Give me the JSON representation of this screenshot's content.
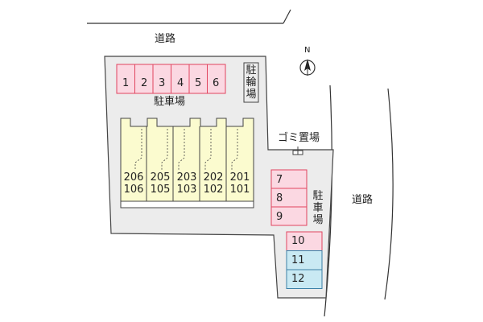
{
  "labels": {
    "road_top": "道路",
    "road_right": "道路",
    "parking_main": "駐車場",
    "parking_right": "駐車場",
    "bicycle_parking": "駐輪場",
    "garbage": "ゴミ置場",
    "north": "N"
  },
  "parking_top": [
    "1",
    "2",
    "3",
    "4",
    "5",
    "6"
  ],
  "parking_right_pink": [
    "7",
    "8",
    "9"
  ],
  "parking_lower": [
    {
      "label": "10",
      "color": "#fbd8e2"
    },
    {
      "label": "11",
      "color": "#c9e9f3"
    },
    {
      "label": "12",
      "color": "#c9e9f3"
    }
  ],
  "units": [
    {
      "upper": "206",
      "lower": "106"
    },
    {
      "upper": "205",
      "lower": "105"
    },
    {
      "upper": "203",
      "lower": "103"
    },
    {
      "upper": "202",
      "lower": "102"
    },
    {
      "upper": "201",
      "lower": "101"
    }
  ],
  "colors": {
    "lot": "#ececec",
    "building": "#fbfbcf",
    "parking_pink": "#fbd8e2",
    "parking_border": "#e0455f",
    "parking_blue": "#c9e9f3"
  }
}
